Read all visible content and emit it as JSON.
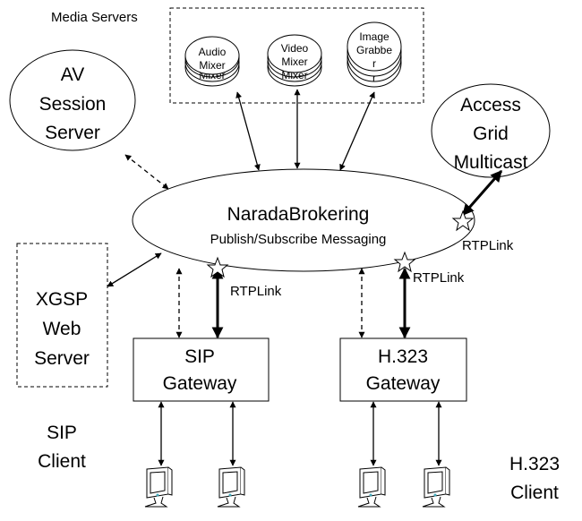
{
  "media_servers": {
    "title": "Media Servers",
    "audio_mixer": [
      "Audio",
      "Mixer"
    ],
    "audio_mixer_back": "Mixer",
    "video_mixer": [
      "Video",
      "Mixer"
    ],
    "video_mixer_back": "Mixer",
    "image_grabber": [
      "Image",
      "Grabbe",
      "r"
    ],
    "image_grabber_back": "r"
  },
  "av_session_server": [
    "AV",
    "Session",
    "Server"
  ],
  "access_grid_multicast": [
    "Access",
    "Grid",
    "Multicast"
  ],
  "narada_brokering": {
    "title": "NaradaBrokering",
    "subtitle": "Publish/Subscribe Messaging"
  },
  "xgsp_web_server": [
    "XGSP",
    "Web",
    "Server"
  ],
  "sip_gateway": [
    "SIP",
    "Gateway"
  ],
  "h323_gateway": [
    "H.323",
    "Gateway"
  ],
  "sip_client": [
    "SIP",
    "Client"
  ],
  "h323_client": [
    "H.323",
    "Client"
  ],
  "rtplink_labels": [
    "RTPLink",
    "RTPLink",
    "RTPLink"
  ]
}
